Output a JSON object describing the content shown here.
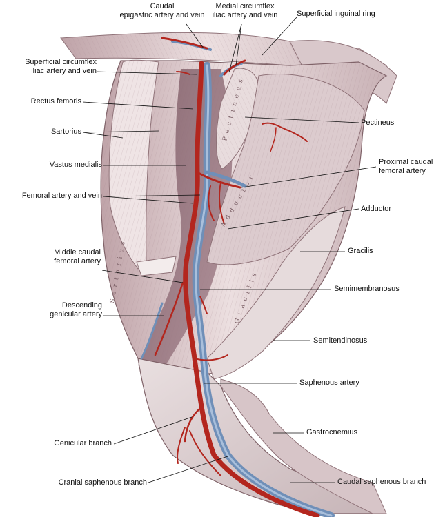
{
  "labels": {
    "caudal_epigastric": [
      "Caudal",
      "epigastric artery and vein"
    ],
    "medial_circumflex": [
      "Medial circumflex",
      "iliac artery and vein"
    ],
    "superficial_inguinal_ring": "Superficial inguinal ring",
    "superficial_circumflex": [
      "Superficial circumflex",
      "iliac artery and vein"
    ],
    "rectus_femoris": "Rectus femoris",
    "sartorius": "Sartorius",
    "vastus_medialis": "Vastus medialis",
    "femoral_artery_vein": "Femoral artery and vein",
    "middle_caudal_femoral": [
      "Middle caudal",
      "femoral artery"
    ],
    "descending_genicular": [
      "Descending",
      "genicular artery"
    ],
    "genicular_branch": "Genicular branch",
    "cranial_saphenous": "Cranial saphenous branch",
    "pectineus": "Pectineus",
    "proximal_caudal_femoral": [
      "Proximal caudal",
      "femoral artery"
    ],
    "adductor": "Adductor",
    "gracilis": "Gracilis",
    "semimembranosus": "Semimembranosus",
    "semitendinosus": "Semitendinosus",
    "saphenous_artery": "Saphenous artery",
    "gastrocnemius": "Gastrocnemius",
    "caudal_saphenous": "Caudal saphenous branch"
  },
  "muscle_inscriptions": {
    "pectineus": "Pectineus",
    "adductor": "Adductor",
    "sartorius": "Sartorius",
    "gracilis": "Gracilis"
  },
  "colors": {
    "artery": "#b3261e",
    "vein": "#6f8fb8",
    "muscle": "#e2cfd1",
    "muscle_dark": "#b89aa0",
    "deep": "#8e6a74"
  }
}
